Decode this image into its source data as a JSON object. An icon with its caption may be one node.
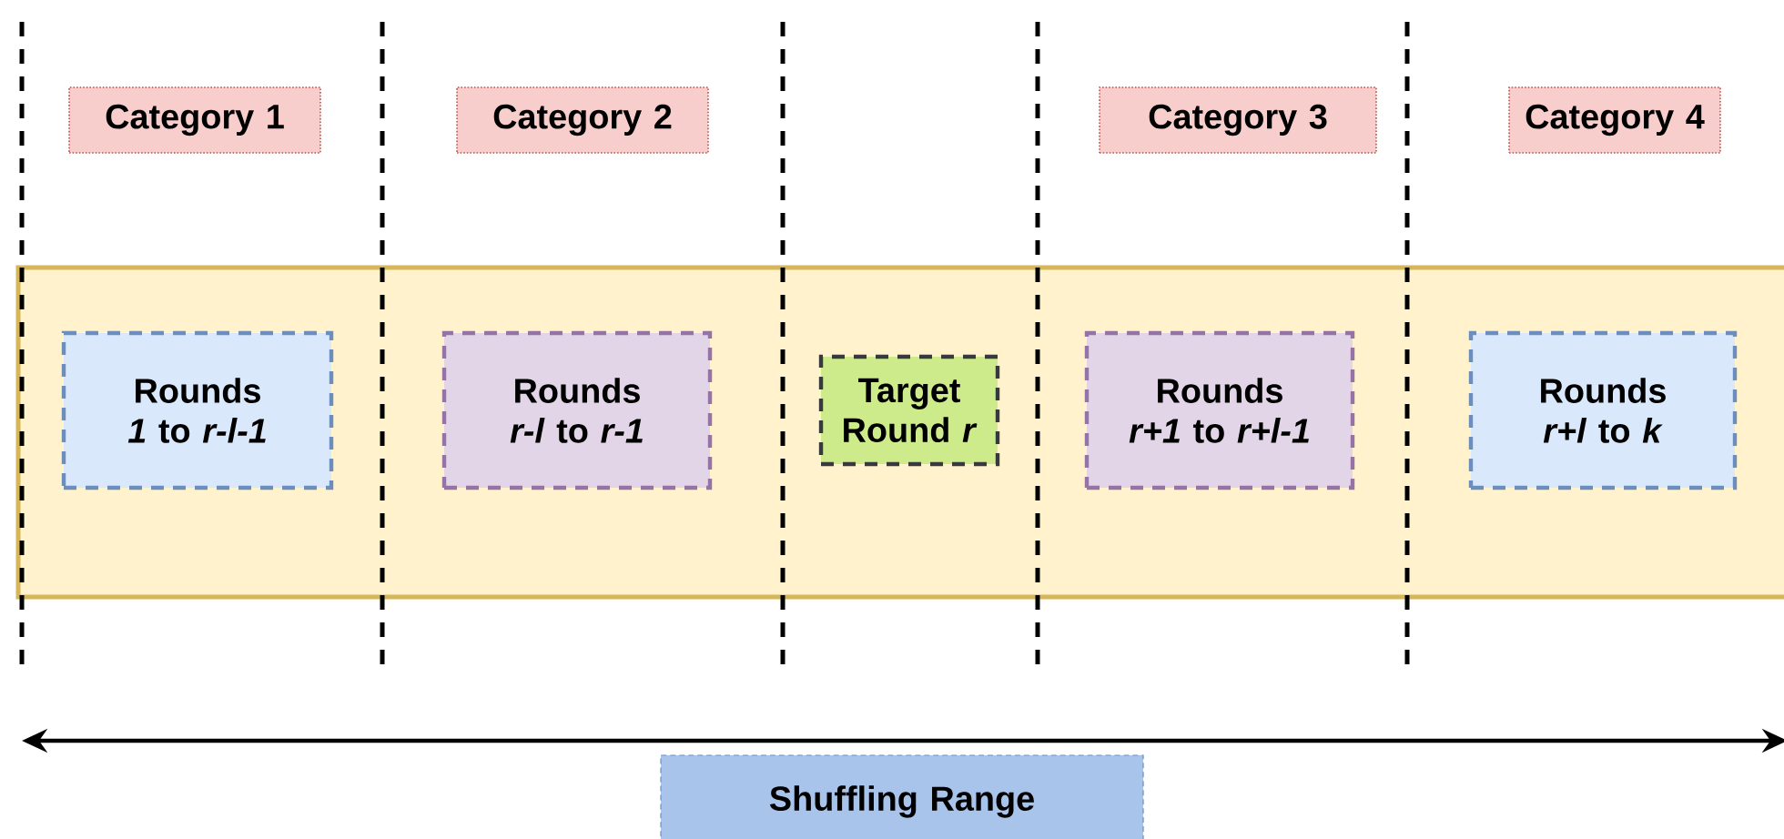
{
  "diagram": {
    "nodes": [
      {
        "text": [
          "Category 1"
        ]
      },
      {
        "text": [
          "Category 2"
        ]
      },
      {
        "text": [
          "Category 3"
        ]
      },
      {
        "text": [
          "Category 4"
        ]
      },
      {
        "text": [],
        "shape": "band"
      },
      {
        "text": [
          "Rounds",
          "*1* to *r-l-1*"
        ],
        "in": 4
      },
      {
        "text": [
          "Rounds",
          "*r-l* to *r-1*"
        ],
        "in": 4
      },
      {
        "text": [
          "Target Round *r*"
        ],
        "in": 4
      },
      {
        "text": [
          "Rounds",
          "*r+1* to *r+l-1*"
        ],
        "in": 4
      },
      {
        "text": [
          "Rounds",
          "*r+l* to *k*"
        ],
        "in": 4
      },
      {
        "text": [
          "Shuffling Range"
        ]
      }
    ],
    "edges": []
  }
}
